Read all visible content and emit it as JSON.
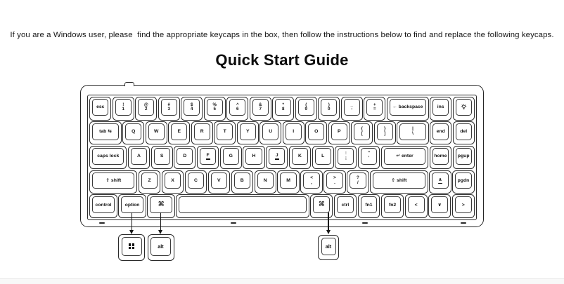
{
  "instruction": "If you are a Windows user, please  find the appropriate keycaps in the box, then follow the instructions below to find and replace the following keycaps.",
  "title": "Quick Start Guide",
  "keyboard": {
    "rows": [
      [
        {
          "n": "esc",
          "l": "esc",
          "u": 1
        },
        {
          "n": "1",
          "t": "!",
          "b": "1"
        },
        {
          "n": "2",
          "t": "@",
          "b": "2"
        },
        {
          "n": "3",
          "t": "#",
          "b": "3"
        },
        {
          "n": "4",
          "t": "$",
          "b": "4"
        },
        {
          "n": "5",
          "t": "%",
          "b": "5"
        },
        {
          "n": "6",
          "t": "^",
          "b": "6"
        },
        {
          "n": "7",
          "t": "&",
          "b": "7"
        },
        {
          "n": "8",
          "t": "*",
          "b": "8"
        },
        {
          "n": "9",
          "t": "(",
          "b": "9"
        },
        {
          "n": "0",
          "t": ")",
          "b": "0"
        },
        {
          "n": "minus",
          "t": "_",
          "b": "-"
        },
        {
          "n": "equal",
          "t": "+",
          "b": "="
        },
        {
          "n": "backspace",
          "l": "← backspace",
          "u": 2
        },
        {
          "n": "ins",
          "l": "ins",
          "u": 1
        },
        {
          "n": "backlight",
          "icon": "bulb",
          "u": 1
        }
      ],
      [
        {
          "n": "tab",
          "l": "tab ⇆",
          "u": 1.5
        },
        {
          "n": "q",
          "l": "Q"
        },
        {
          "n": "w",
          "l": "W"
        },
        {
          "n": "e",
          "l": "E"
        },
        {
          "n": "r",
          "l": "R"
        },
        {
          "n": "t",
          "l": "T"
        },
        {
          "n": "y",
          "l": "Y"
        },
        {
          "n": "u",
          "l": "U"
        },
        {
          "n": "i",
          "l": "I"
        },
        {
          "n": "o",
          "l": "O"
        },
        {
          "n": "p",
          "l": "P"
        },
        {
          "n": "bracket-left",
          "t": "{",
          "b": "["
        },
        {
          "n": "bracket-right",
          "t": "}",
          "b": "]"
        },
        {
          "n": "backslash",
          "t": "|",
          "b": "\\",
          "u": 1.5
        },
        {
          "n": "end",
          "l": "end",
          "u": 1
        },
        {
          "n": "del",
          "l": "del",
          "u": 1
        }
      ],
      [
        {
          "n": "caps-lock",
          "l": "caps lock",
          "u": 1.75
        },
        {
          "n": "a",
          "l": "A"
        },
        {
          "n": "s",
          "l": "S"
        },
        {
          "n": "d",
          "l": "D"
        },
        {
          "n": "f",
          "l": "F",
          "bar": true
        },
        {
          "n": "g",
          "l": "G"
        },
        {
          "n": "h",
          "l": "H"
        },
        {
          "n": "j",
          "l": "J",
          "bar": true
        },
        {
          "n": "k",
          "l": "K"
        },
        {
          "n": "l",
          "l": "L"
        },
        {
          "n": "semicolon",
          "t": ":",
          "b": ";"
        },
        {
          "n": "quote",
          "t": "\"",
          "b": "'"
        },
        {
          "n": "enter",
          "l": "↵ enter",
          "u": 2.25
        },
        {
          "n": "home",
          "l": "home",
          "u": 1
        },
        {
          "n": "pgup",
          "l": "pgup",
          "u": 1
        }
      ],
      [
        {
          "n": "shift-left",
          "l": "⇧ shift",
          "u": 2.25
        },
        {
          "n": "z",
          "l": "Z"
        },
        {
          "n": "x",
          "l": "X"
        },
        {
          "n": "c",
          "l": "C"
        },
        {
          "n": "v",
          "l": "V"
        },
        {
          "n": "b",
          "l": "B"
        },
        {
          "n": "n",
          "l": "N"
        },
        {
          "n": "m",
          "l": "M"
        },
        {
          "n": "comma",
          "t": "<",
          "b": ","
        },
        {
          "n": "period",
          "t": ">",
          "b": "."
        },
        {
          "n": "slash",
          "t": "?",
          "b": "/"
        },
        {
          "n": "shift-right",
          "l": "⇧ shift",
          "u": 2.75
        },
        {
          "n": "arrow-up",
          "l": "∧",
          "bar": true
        },
        {
          "n": "pgdn",
          "l": "pgdn",
          "u": 1
        }
      ],
      [
        {
          "n": "control",
          "l": "control",
          "u": 1.25
        },
        {
          "n": "option",
          "l": "option",
          "u": 1.25
        },
        {
          "n": "command-left",
          "l": "⌘",
          "u": 1.25,
          "big": true
        },
        {
          "n": "space",
          "l": "",
          "u": 6.25
        },
        {
          "n": "command-right",
          "l": "⌘",
          "u": 1,
          "big": true
        },
        {
          "n": "ctrl",
          "l": "ctrl",
          "u": 1
        },
        {
          "n": "fn1",
          "l": "fn1",
          "u": 1
        },
        {
          "n": "fn2",
          "l": "fn2",
          "u": 1
        },
        {
          "n": "arrow-left",
          "l": "<",
          "u": 1
        },
        {
          "n": "arrow-down",
          "l": "∨",
          "u": 1
        },
        {
          "n": "arrow-right",
          "l": ">",
          "u": 1
        }
      ]
    ]
  },
  "replacement_keycaps": [
    {
      "n": "win",
      "icon": "win-logo"
    },
    {
      "n": "alt-left",
      "l": "alt"
    },
    {
      "n": "alt-right",
      "l": "alt"
    }
  ]
}
